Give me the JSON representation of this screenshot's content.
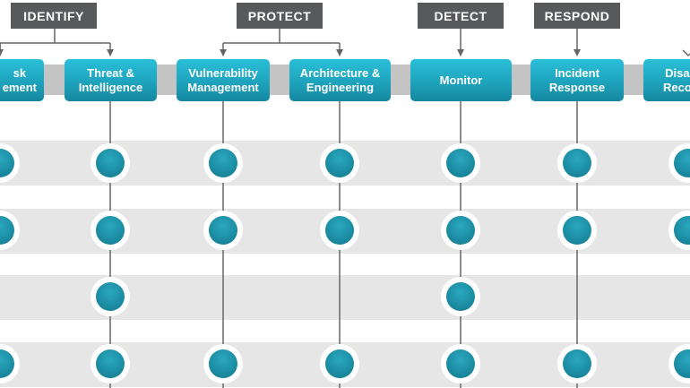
{
  "phases": [
    {
      "id": "identify",
      "label": "IDENTIFY"
    },
    {
      "id": "protect",
      "label": "PROTECT"
    },
    {
      "id": "detect",
      "label": "DETECT"
    },
    {
      "id": "respond",
      "label": "RESPOND"
    }
  ],
  "capabilities": [
    {
      "id": "risk-management",
      "label": "sk\nement"
    },
    {
      "id": "threat-intelligence",
      "label": "Threat &\nIntelligence"
    },
    {
      "id": "vulnerability-management",
      "label": "Vulnerability\nManagement"
    },
    {
      "id": "architecture-engineering",
      "label": "Architecture &\nEngineering"
    },
    {
      "id": "monitor",
      "label": "Monitor"
    },
    {
      "id": "incident-response",
      "label": "Incident\nResponse"
    },
    {
      "id": "disaster-recovery",
      "label": "Disa\nReco"
    }
  ],
  "coverage": [
    [
      true,
      true,
      true,
      true,
      true,
      true,
      true
    ],
    [
      true,
      true,
      true,
      true,
      true,
      true,
      true
    ],
    [
      false,
      true,
      false,
      false,
      true,
      false,
      false
    ],
    [
      true,
      true,
      true,
      true,
      true,
      true,
      true
    ]
  ],
  "colors": {
    "phase_bg": "#58595b",
    "block_bg": "#1ea3bd",
    "node_fill": "#1c8ea4",
    "rail": "#c4c4c4",
    "band": "#e6e6e6",
    "line": "#666666"
  }
}
